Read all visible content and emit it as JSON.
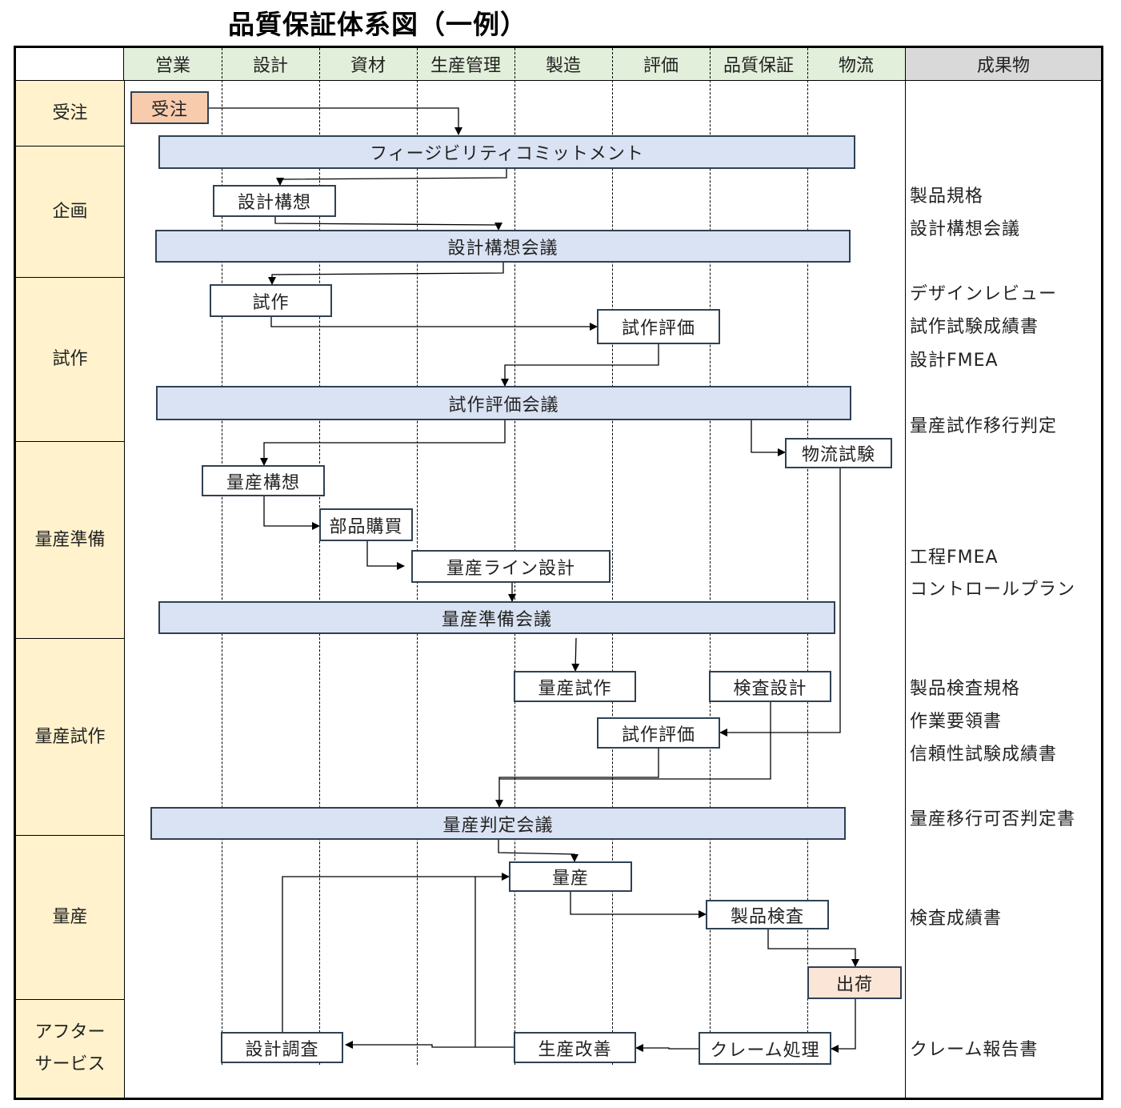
{
  "title": "品質保証体系図（一例）",
  "departments": [
    "営業",
    "設計",
    "資材",
    "生産管理",
    "製造",
    "評価",
    "品質保証",
    "物流"
  ],
  "deliverables_header": "成果物",
  "phases": [
    "受注",
    "企画",
    "試作",
    "量産準備",
    "量産試作",
    "量産",
    "アフター\nサービス"
  ],
  "boxes": [
    {
      "label": "受注",
      "type": "order"
    },
    {
      "label": "フィージビリティコミットメント",
      "type": "meet"
    },
    {
      "label": "設計構想",
      "type": "task"
    },
    {
      "label": "設計構想会議",
      "type": "meet"
    },
    {
      "label": "試作",
      "type": "task"
    },
    {
      "label": "試作評価",
      "type": "task"
    },
    {
      "label": "試作評価会議",
      "type": "meet"
    },
    {
      "label": "物流試験",
      "type": "task"
    },
    {
      "label": "量産構想",
      "type": "task"
    },
    {
      "label": "部品購買",
      "type": "task"
    },
    {
      "label": "量産ライン設計",
      "type": "task"
    },
    {
      "label": "量産準備会議",
      "type": "meet"
    },
    {
      "label": "量産試作",
      "type": "task"
    },
    {
      "label": "検査設計",
      "type": "task"
    },
    {
      "label": "試作評価",
      "type": "task"
    },
    {
      "label": "量産判定会議",
      "type": "meet"
    },
    {
      "label": "量産",
      "type": "task"
    },
    {
      "label": "製品検査",
      "type": "task"
    },
    {
      "label": "出荷",
      "type": "ship"
    },
    {
      "label": "設計調査",
      "type": "task"
    },
    {
      "label": "生産改善",
      "type": "task"
    },
    {
      "label": "クレーム処理",
      "type": "task"
    }
  ],
  "deliverables": [
    "製品規格",
    "設計構想会議",
    "デザインレビュー",
    "試作試験成績書",
    "設計FMEA",
    "量産試作移行判定",
    "工程FMEA",
    "コントロールプラン",
    "製品検査規格",
    "作業要領書",
    "信頼性試験成績書",
    "量産移行可否判定書",
    "検査成績書",
    "クレーム報告書"
  ],
  "colors": {
    "header": "#e2efda",
    "phase": "#fff2cc",
    "meeting": "#dae3f3",
    "order": "#f8cbad",
    "ship": "#fbe5d6",
    "deliv_header": "#d9d9d9"
  }
}
